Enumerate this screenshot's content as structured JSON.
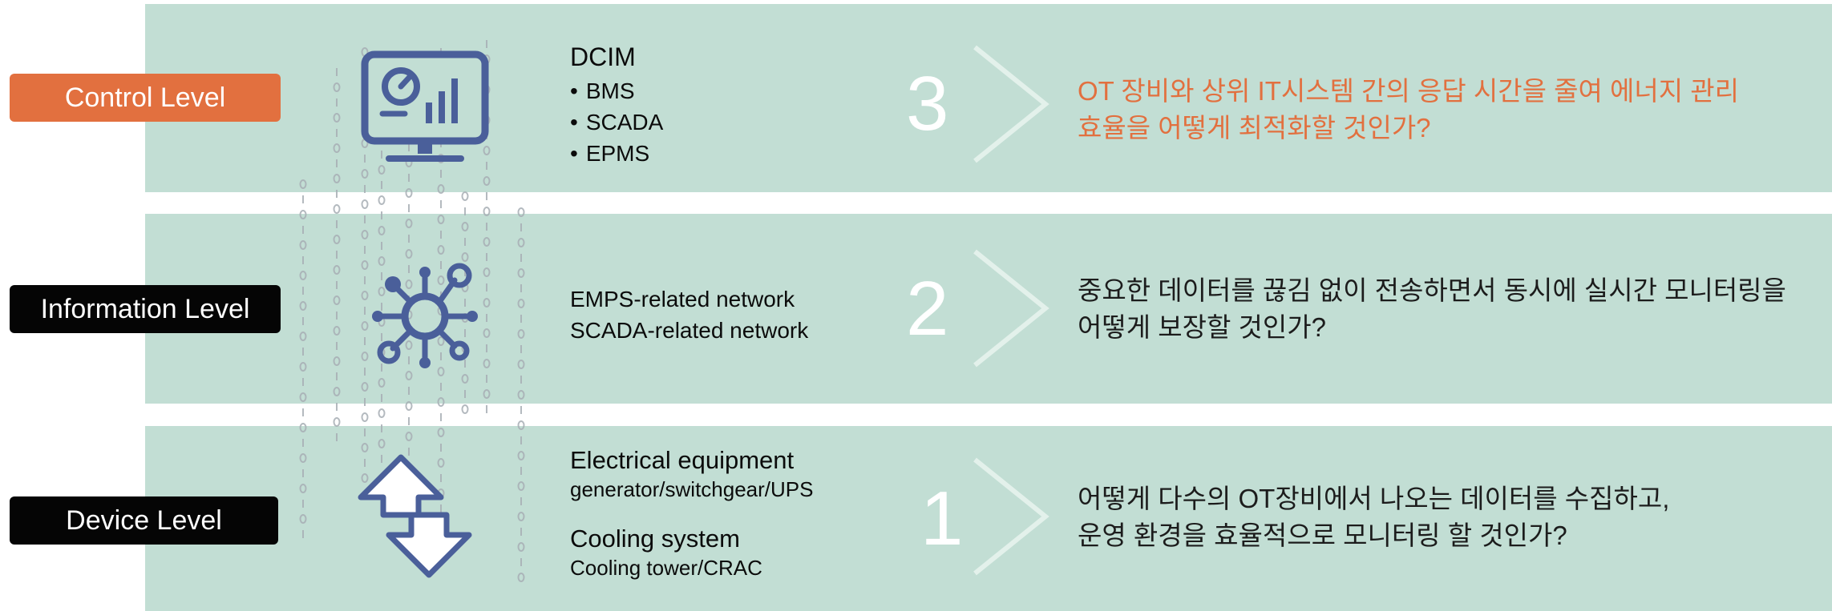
{
  "levels": {
    "control": "Control Level",
    "information": "Information Level",
    "device": "Device Level"
  },
  "icons": {
    "control": "monitor-dashboard-icon",
    "information": "network-hub-icon",
    "device": "up-down-arrows-icon"
  },
  "rows": {
    "control": {
      "number": "3",
      "title": "DCIM",
      "items": [
        "BMS",
        "SCADA",
        "EPMS"
      ],
      "question": [
        "OT 장비와 상위 IT시스템 간의 응답 시간을 줄여 에너지 관리",
        "효율을 어떻게 최적화할 것인가?"
      ]
    },
    "information": {
      "number": "2",
      "lines": [
        "EMPS-related network",
        "SCADA-related network"
      ],
      "question": [
        "중요한 데이터를 끊김 없이 전송하면서 동시에 실시간 모니터링을",
        "어떻게 보장할 것인가?"
      ]
    },
    "device": {
      "number": "1",
      "group1_title": "Electrical equipment",
      "group1_sub": "generator/switchgear/UPS",
      "group2_title": "Cooling system",
      "group2_sub": "Cooling tower/CRAC",
      "question": [
        "어떻게 다수의 OT장비에서 나오는 데이터를 수집하고,",
        "운영 환경을 효율적으로 모니터링 할 것인가?"
      ]
    }
  },
  "colors": {
    "band": "#c2ded4",
    "accent": "#e2703f",
    "icon": "#4a5f9a",
    "label_dark": "#050505"
  }
}
